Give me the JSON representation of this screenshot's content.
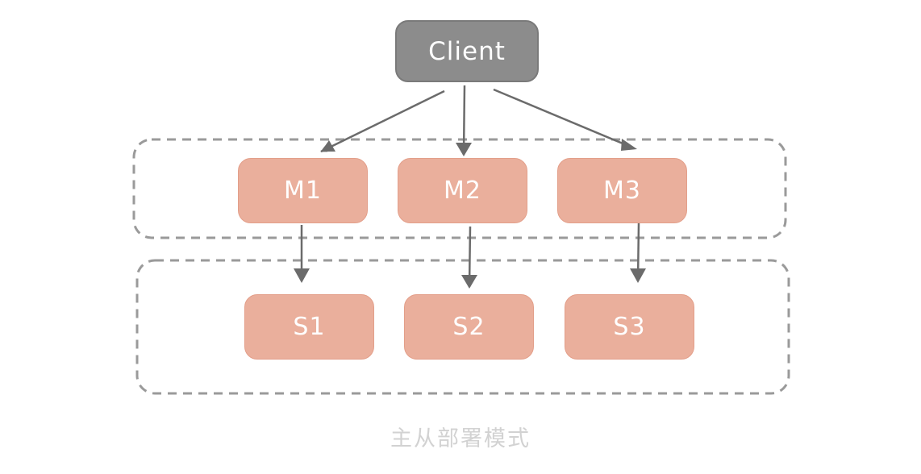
{
  "diagram": {
    "client": {
      "label": "Client"
    },
    "masters": [
      {
        "label": "M1"
      },
      {
        "label": "M2"
      },
      {
        "label": "M3"
      }
    ],
    "slaves": [
      {
        "label": "S1"
      },
      {
        "label": "S2"
      },
      {
        "label": "S3"
      }
    ],
    "caption": "主从部署模式"
  },
  "colors": {
    "client_fill": "#8c8c8c",
    "node_fill": "#eaaf9c",
    "arrow": "#6b6b6b",
    "group_border": "#9a9a9a",
    "caption": "#d2d2d2"
  }
}
